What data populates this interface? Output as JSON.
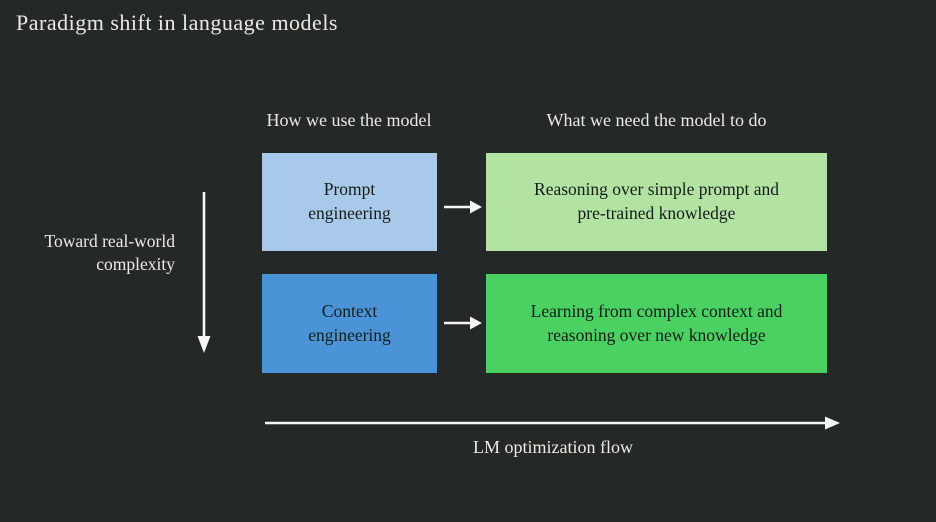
{
  "title": "Paradigm shift in language models",
  "columns": {
    "left": "How we use the model",
    "right": "What we need the model to do"
  },
  "left_axis": {
    "line1": "Toward real-world",
    "line2": "complexity"
  },
  "rows": [
    {
      "method": {
        "line1": "Prompt",
        "line2": "engineering"
      },
      "goal": {
        "line1": "Reasoning over simple prompt and",
        "line2": "pre-trained knowledge"
      }
    },
    {
      "method": {
        "line1": "Context",
        "line2": "engineering"
      },
      "goal": {
        "line1": "Learning from complex context and",
        "line2": "reasoning over new knowledge"
      }
    }
  ],
  "bottom_axis": {
    "label": "LM optimization flow"
  },
  "icons": {
    "row_arrows": "right-arrow",
    "left_axis_arrow": "down-arrow",
    "bottom_axis_arrow": "right-arrow"
  },
  "colors": {
    "background": "#242927",
    "box_prompt_engineering": "#a9c9ea",
    "box_context_engineering": "#4b93d7",
    "box_reasoning": "#b2e3a3",
    "box_learning": "#4ad161",
    "text_light": "#e9eae6",
    "text_dark": "#151d18",
    "arrow": "#f5f6f3"
  }
}
